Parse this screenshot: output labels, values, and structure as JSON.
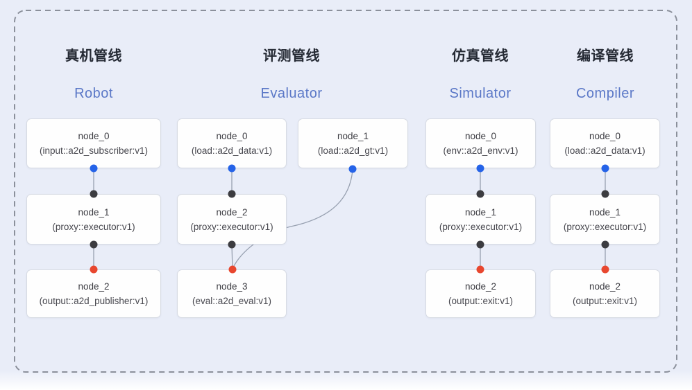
{
  "diagram": {
    "pipelines": [
      {
        "title_zh": "真机管线",
        "title_en": "Robot",
        "nodes": [
          {
            "name": "node_0",
            "type": "(input::a2d_subscriber:v1)"
          },
          {
            "name": "node_1",
            "type": "(proxy::executor:v1)"
          },
          {
            "name": "node_2",
            "type": "(output::a2d_publisher:v1)"
          }
        ]
      },
      {
        "title_zh": "评测管线",
        "title_en": "Evaluator",
        "nodes": [
          {
            "name": "node_0",
            "type": "(load::a2d_data:v1)"
          },
          {
            "name": "node_1",
            "type": "(load::a2d_gt:v1)"
          },
          {
            "name": "node_2",
            "type": "(proxy::executor:v1)"
          },
          {
            "name": "node_3",
            "type": "(eval::a2d_eval:v1)"
          }
        ]
      },
      {
        "title_zh": "仿真管线",
        "title_en": "Simulator",
        "nodes": [
          {
            "name": "node_0",
            "type": "(env::a2d_env:v1)"
          },
          {
            "name": "node_1",
            "type": "(proxy::executor:v1)"
          },
          {
            "name": "node_2",
            "type": "(output::exit:v1)"
          }
        ]
      },
      {
        "title_zh": "编译管线",
        "title_en": "Compiler",
        "nodes": [
          {
            "name": "node_0",
            "type": "(load::a2d_data:v1)"
          },
          {
            "name": "node_1",
            "type": "(proxy::executor:v1)"
          },
          {
            "name": "node_2",
            "type": "(output::exit:v1)"
          }
        ]
      }
    ],
    "colors": {
      "blue_port": "#2563e8",
      "black_port": "#3c3c40",
      "red_port": "#e8472f",
      "edge": "#97a0b0",
      "title_en": "#5b78c7",
      "background": "#e9edf8",
      "dashed_border": "#8b909b"
    }
  }
}
